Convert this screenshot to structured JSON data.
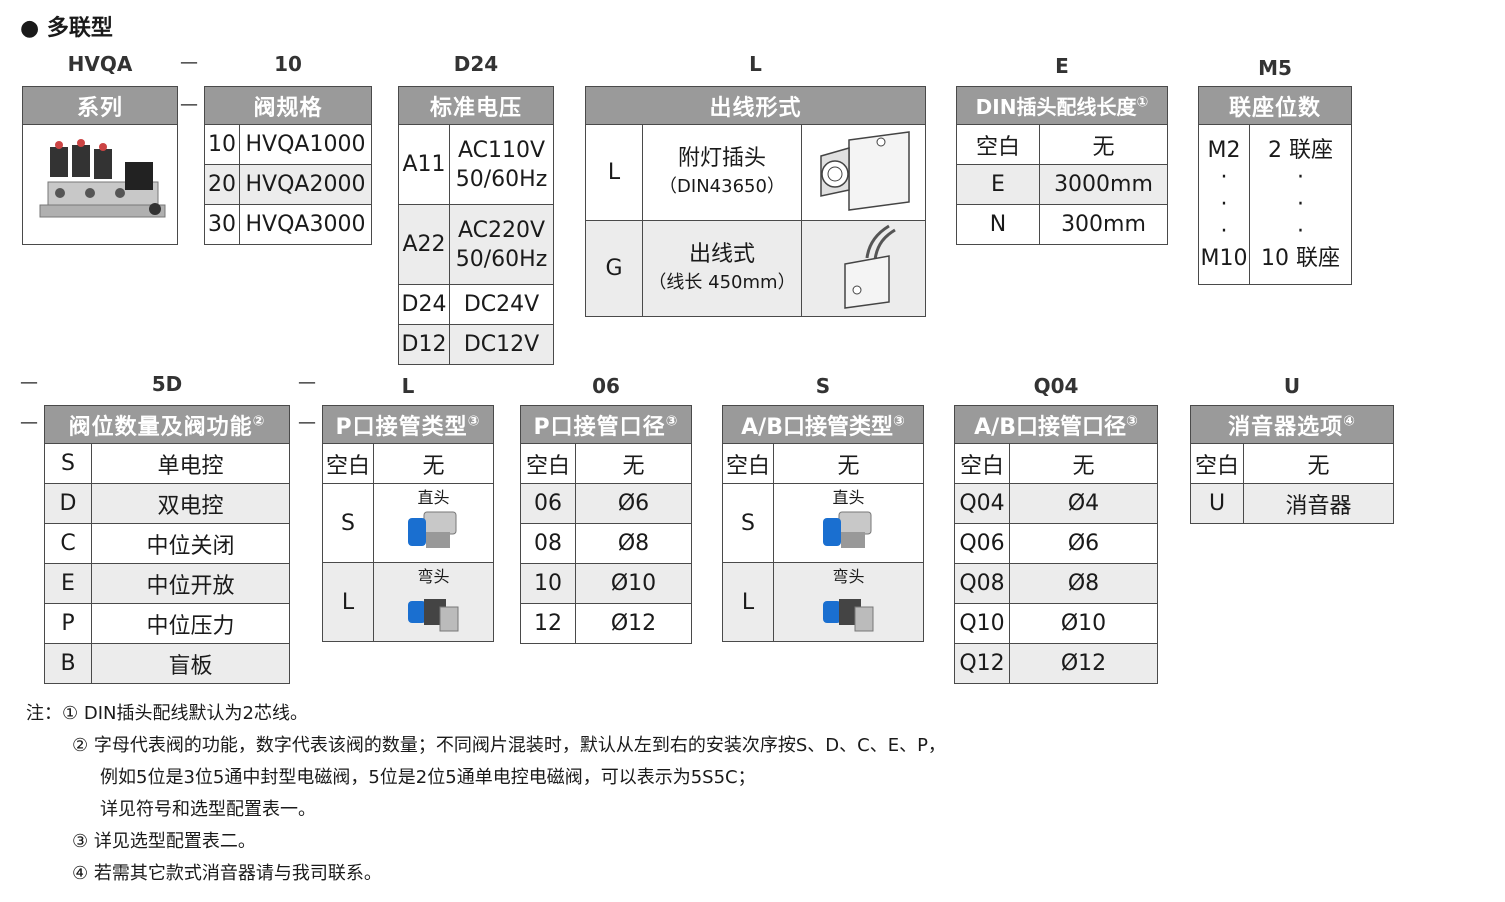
{
  "title": "多联型",
  "codes": {
    "series": "HVQA",
    "size": "10",
    "voltage": "D24",
    "outlet": "L",
    "din": "E",
    "seats": "M5",
    "func": "5D",
    "p_type": "L",
    "p_dia": "06",
    "ab_type": "S",
    "ab_dia": "Q04",
    "silencer": "U"
  },
  "dash": "—",
  "series": {
    "header": "系列"
  },
  "valve": {
    "header": "阀规格",
    "rows": [
      [
        "10",
        "HVQA1000"
      ],
      [
        "20",
        "HVQA2000"
      ],
      [
        "30",
        "HVQA3000"
      ]
    ]
  },
  "voltage": {
    "header": "标准电压",
    "rows": [
      [
        "A11",
        "AC110V",
        "50/60Hz"
      ],
      [
        "A22",
        "AC220V",
        "50/60Hz"
      ],
      [
        "D24",
        "DC24V",
        ""
      ],
      [
        "D12",
        "DC12V",
        ""
      ]
    ]
  },
  "outlet": {
    "header": "出线形式",
    "rows": [
      {
        "code": "L",
        "name": "附灯插头",
        "sub": "（DIN43650）"
      },
      {
        "code": "G",
        "name": "出线式",
        "sub": "（线长 450mm）"
      }
    ]
  },
  "din": {
    "header": "DIN插头配线长度",
    "note": "①",
    "rows": [
      [
        "空白",
        "无"
      ],
      [
        "E",
        "3000mm"
      ],
      [
        "N",
        "300mm"
      ]
    ]
  },
  "seats": {
    "header": "联座位数",
    "first": [
      "M2",
      "2 联座"
    ],
    "dot": "·",
    "last": [
      "M10",
      "10 联座"
    ]
  },
  "func": {
    "header": "阀位数量及阀功能",
    "note": "②",
    "rows": [
      [
        "S",
        "单电控"
      ],
      [
        "D",
        "双电控"
      ],
      [
        "C",
        "中位关闭"
      ],
      [
        "E",
        "中位开放"
      ],
      [
        "P",
        "中位压力"
      ],
      [
        "B",
        "盲板"
      ]
    ]
  },
  "ptype": {
    "header": "P口接管类型",
    "note": "③",
    "blank": [
      "空白",
      "无"
    ],
    "rows": [
      {
        "code": "S",
        "label": "直头"
      },
      {
        "code": "L",
        "label": "弯头"
      }
    ]
  },
  "pdia": {
    "header": "P口接管口径",
    "note": "③",
    "rows": [
      [
        "空白",
        "无"
      ],
      [
        "06",
        "Ø6"
      ],
      [
        "08",
        "Ø8"
      ],
      [
        "10",
        "Ø10"
      ],
      [
        "12",
        "Ø12"
      ]
    ]
  },
  "abtype": {
    "header": "A/B口接管类型",
    "note": "③",
    "blank": [
      "空白",
      "无"
    ],
    "rows": [
      {
        "code": "S",
        "label": "直头"
      },
      {
        "code": "L",
        "label": "弯头"
      }
    ]
  },
  "abdia": {
    "header": "A/B口接管口径",
    "note": "③",
    "rows": [
      [
        "空白",
        "无"
      ],
      [
        "Q04",
        "Ø4"
      ],
      [
        "Q06",
        "Ø6"
      ],
      [
        "Q08",
        "Ø8"
      ],
      [
        "Q10",
        "Ø10"
      ],
      [
        "Q12",
        "Ø12"
      ]
    ]
  },
  "silencer": {
    "header": "消音器选项",
    "note": "④",
    "rows": [
      [
        "空白",
        "无"
      ],
      [
        "U",
        "消音器"
      ]
    ]
  },
  "notes": {
    "label": "注：",
    "n1": "① DIN插头配线默认为2芯线。",
    "n2a": "② 字母代表阀的功能，数字代表该阀的数量；不同阀片混装时，默认从左到右的安装次序按S、D、C、E、P，",
    "n2b": "例如5位是3位5通中封型电磁阀，5位是2位5通单电控电磁阀，可以表示为5S5C；",
    "n2c": "详见符号和选型配置表一。",
    "n3": "③ 详见选型配置表二。",
    "n4": "④ 若需其它款式消音器请与我司联系。"
  }
}
